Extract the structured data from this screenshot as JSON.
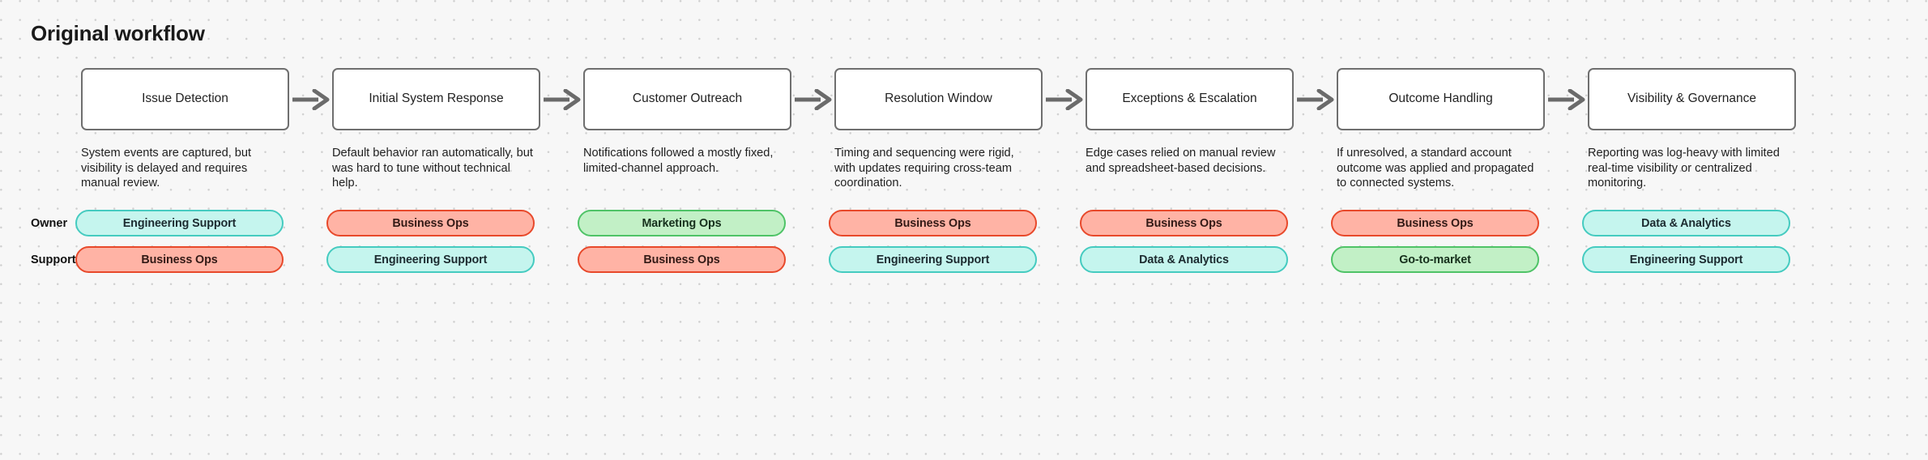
{
  "page": {
    "title": "Original workflow",
    "background_color": "#f7f7f7",
    "grid": "dotted"
  },
  "legend": {
    "owner_label": "Owner",
    "support_label": "Support"
  },
  "palette": {
    "teal_fill": "#c5f5ee",
    "teal_border": "#45cbc0",
    "red_fill": "#ffb3a5",
    "red_border": "#e8492b",
    "green_fill": "#c2f0c6",
    "green_border": "#4fc367",
    "box_border": "#6f6f6f",
    "box_fill": "#ffffff",
    "arrow_color": "#6b6b6b"
  },
  "steps": [
    {
      "title": "Issue Detection",
      "description": "System events are captured, but visibility is delayed and requires manual review.",
      "owner": "Engineering Support",
      "owner_color": "teal",
      "support": "Business Ops",
      "support_color": "red"
    },
    {
      "title": "Initial System Response",
      "description": "Default behavior ran automatically, but was hard to tune without technical help.",
      "owner": "Business Ops",
      "owner_color": "red",
      "support": "Engineering Support",
      "support_color": "teal"
    },
    {
      "title": "Customer Outreach",
      "description": "Notifications followed a mostly fixed, limited-channel approach.",
      "owner": "Marketing Ops",
      "owner_color": "green",
      "support": "Business Ops",
      "support_color": "red"
    },
    {
      "title": "Resolution Window",
      "description": "Timing and sequencing were rigid, with updates requiring cross-team coordination.",
      "owner": "Business Ops",
      "owner_color": "red",
      "support": "Engineering Support",
      "support_color": "teal"
    },
    {
      "title": "Exceptions & Escalation",
      "description": "Edge cases relied on manual review and spreadsheet-based decisions.",
      "owner": "Business Ops",
      "owner_color": "red",
      "support": "Data & Analytics",
      "support_color": "teal"
    },
    {
      "title": "Outcome Handling",
      "description": "If unresolved, a standard account outcome was applied and propagated to connected systems.",
      "owner": "Business Ops",
      "owner_color": "red",
      "support": "Go-to-market",
      "support_color": "green"
    },
    {
      "title": "Visibility & Governance",
      "description": "Reporting was log-heavy with limited real-time visibility or centralized monitoring.",
      "owner": "Data & Analytics",
      "owner_color": "teal",
      "support": "Engineering Support",
      "support_color": "teal"
    }
  ]
}
